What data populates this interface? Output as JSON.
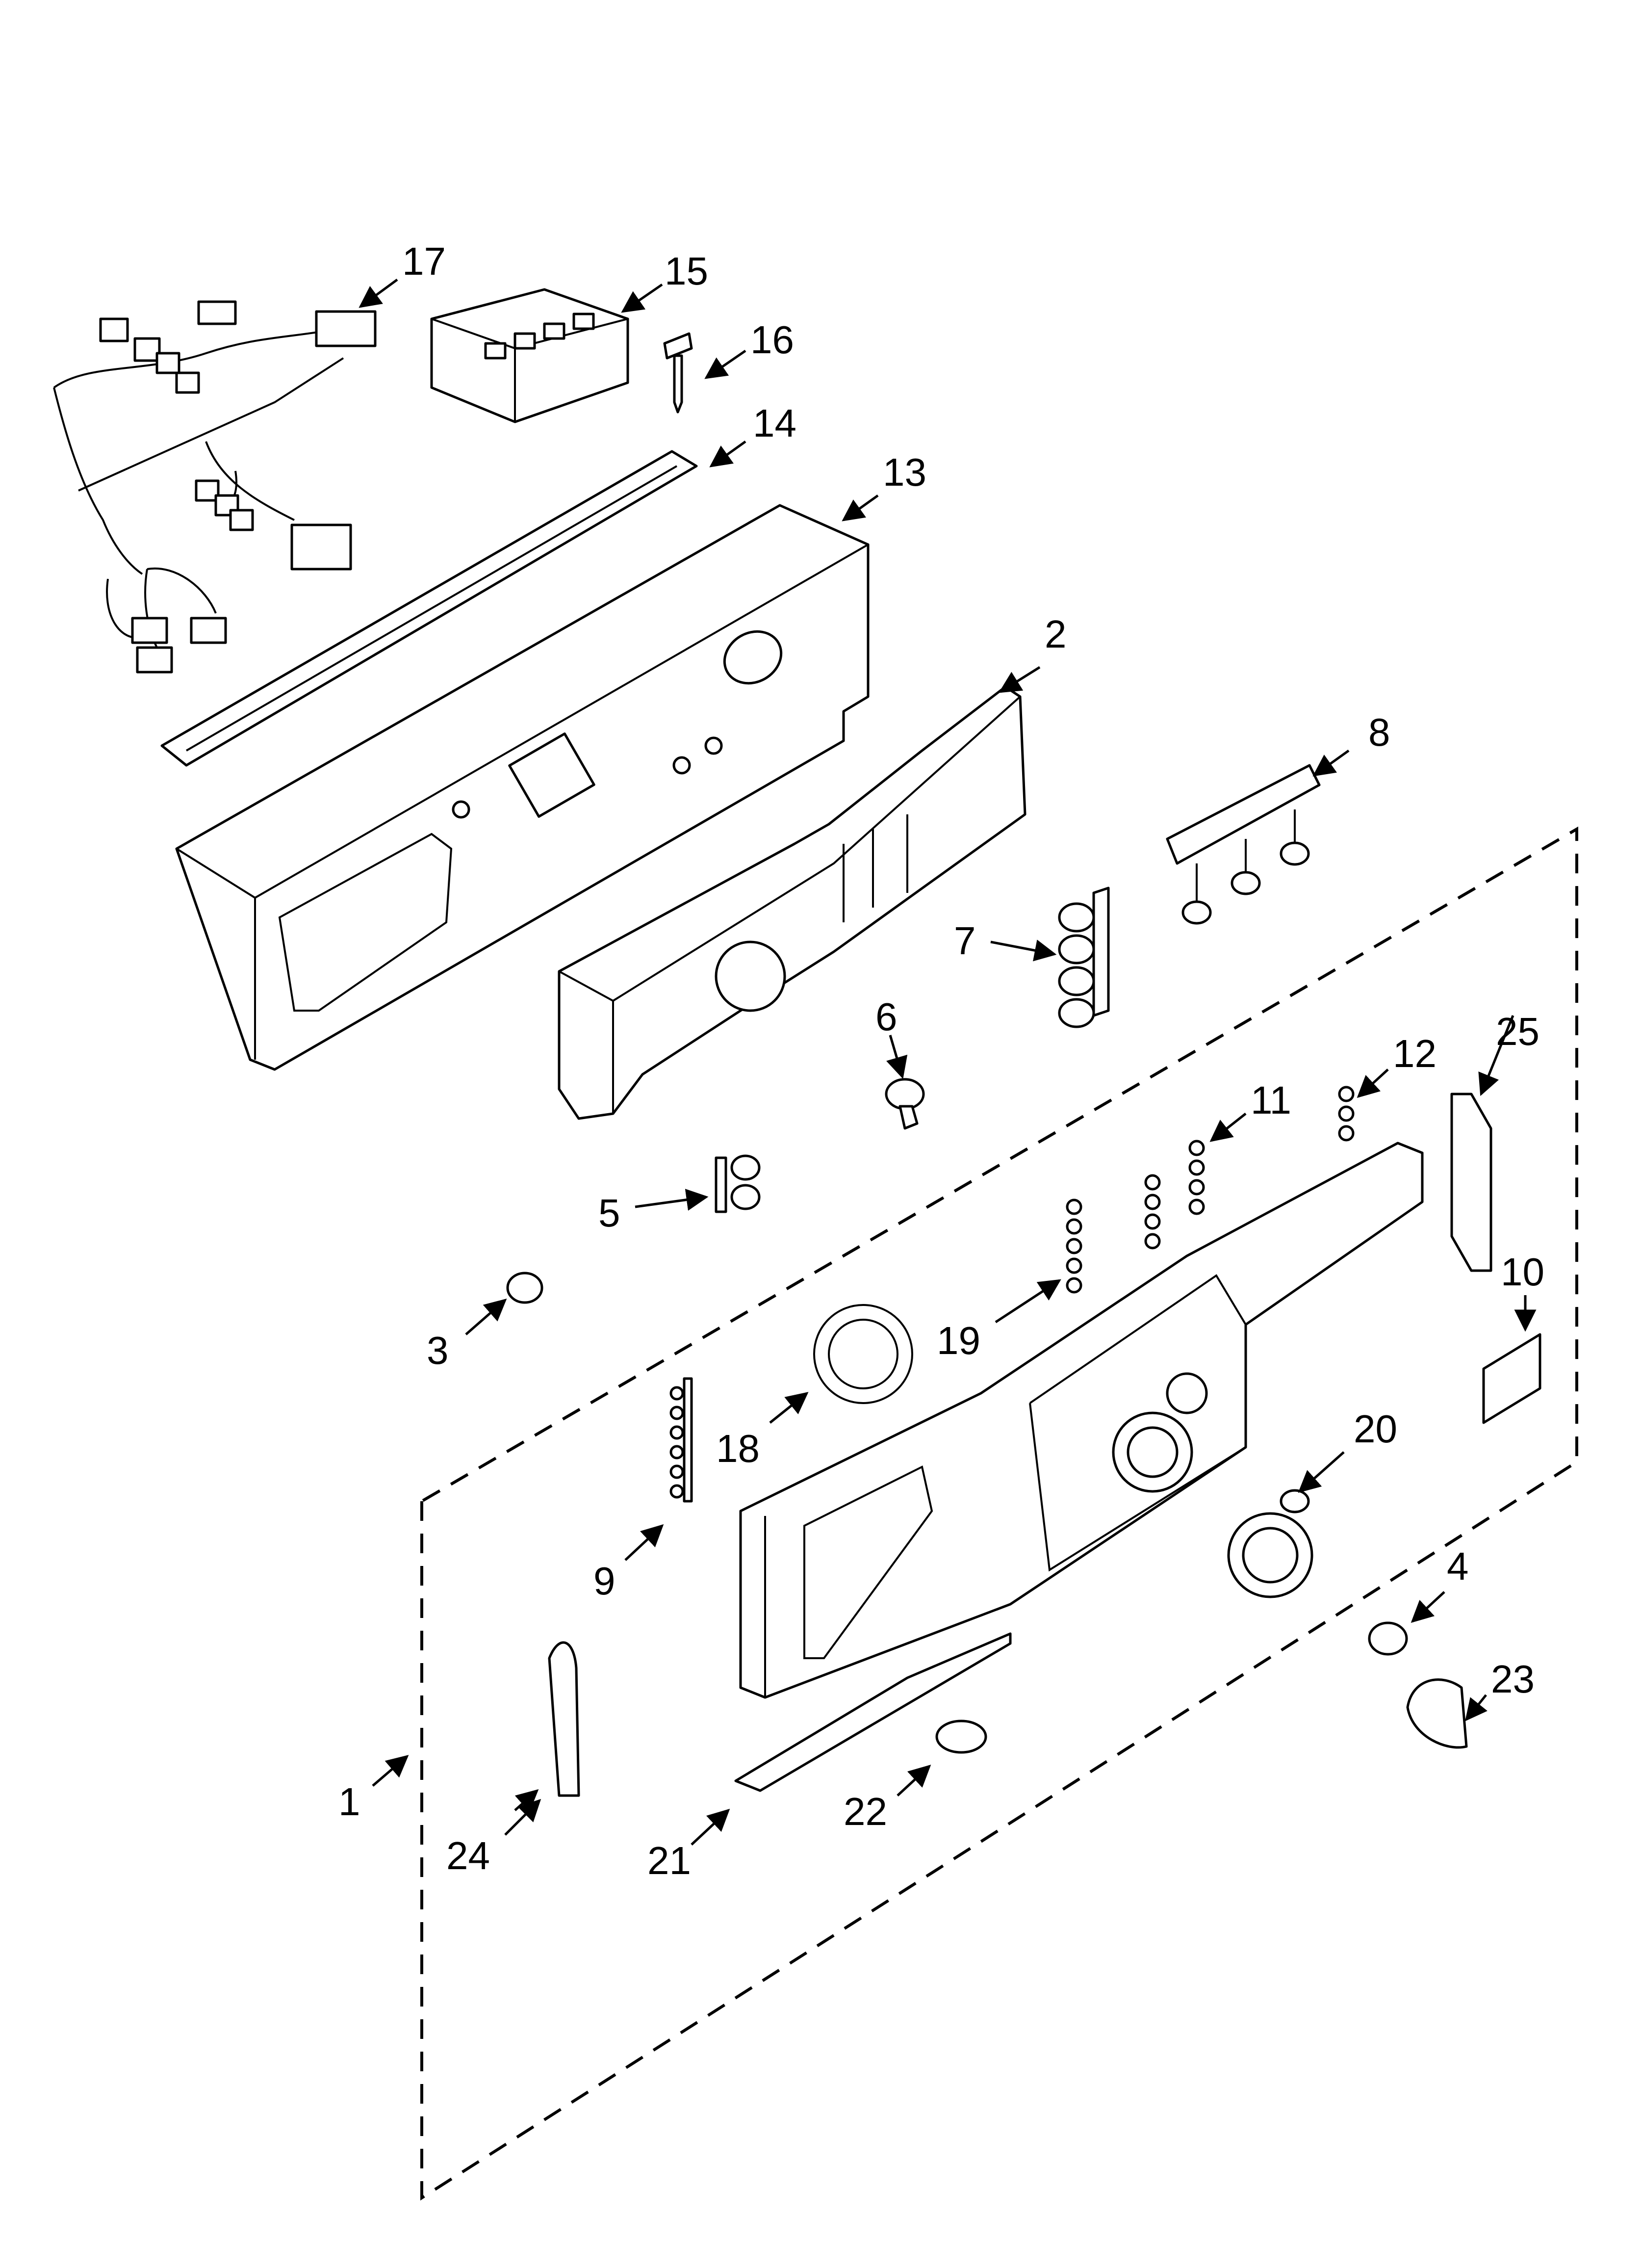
{
  "callouts": [
    {
      "id": "1",
      "label": "1"
    },
    {
      "id": "2",
      "label": "2"
    },
    {
      "id": "3",
      "label": "3"
    },
    {
      "id": "4",
      "label": "4"
    },
    {
      "id": "5",
      "label": "5"
    },
    {
      "id": "6",
      "label": "6"
    },
    {
      "id": "7",
      "label": "7"
    },
    {
      "id": "8",
      "label": "8"
    },
    {
      "id": "9",
      "label": "9"
    },
    {
      "id": "10",
      "label": "10"
    },
    {
      "id": "11",
      "label": "11"
    },
    {
      "id": "12",
      "label": "12"
    },
    {
      "id": "13",
      "label": "13"
    },
    {
      "id": "14",
      "label": "14"
    },
    {
      "id": "15",
      "label": "15"
    },
    {
      "id": "16",
      "label": "16"
    },
    {
      "id": "17",
      "label": "17"
    },
    {
      "id": "18",
      "label": "18"
    },
    {
      "id": "19",
      "label": "19"
    },
    {
      "id": "20",
      "label": "20"
    },
    {
      "id": "21",
      "label": "21"
    },
    {
      "id": "22",
      "label": "22"
    },
    {
      "id": "23",
      "label": "23"
    },
    {
      "id": "24",
      "label": "24"
    },
    {
      "id": "25",
      "label": "25"
    }
  ]
}
